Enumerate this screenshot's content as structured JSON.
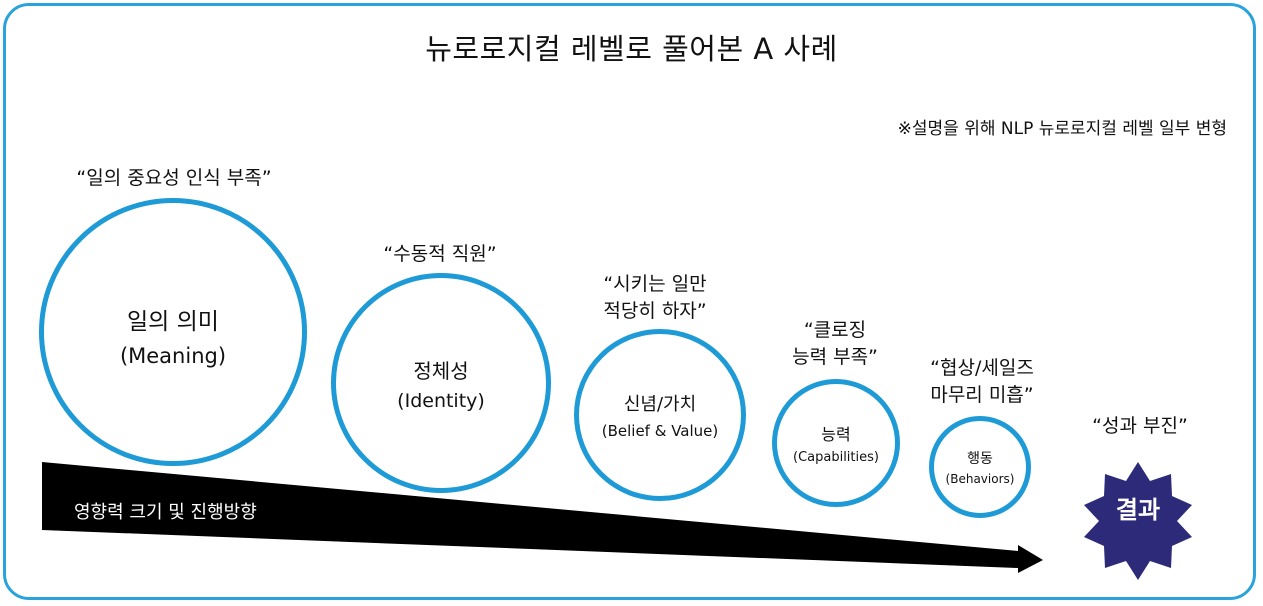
{
  "title": "뉴로로지컬 레벨로 풀어본 A 사례",
  "note": "※설명을 위해 NLP 뉴로로지컬 레벨 일부 변형",
  "levels": [
    {
      "main": "일의 의미",
      "sub": "(Meaning)",
      "quote": [
        "“일의 중요성 인식 부족”"
      ]
    },
    {
      "main": "정체성",
      "sub": "(Identity)",
      "quote": [
        "“수동적 직원”"
      ]
    },
    {
      "main": "신념/가치",
      "sub": "(Belief & Value)",
      "quote": [
        "“시키는 일만",
        "적당히 하자”"
      ]
    },
    {
      "main": "능력",
      "sub": "(Capabilities)",
      "quote": [
        "“클로징",
        "능력 부족”"
      ]
    },
    {
      "main": "행동",
      "sub": "(Behaviors)",
      "quote": [
        "“협상/세일즈",
        "마무리 미흡”"
      ]
    }
  ],
  "result": {
    "label": "결과",
    "quote": "“성과 부진”"
  },
  "arrow_label": "영향력 크기 및 진행방향",
  "colors": {
    "frame": "#29a3dc",
    "circle": "#1e9ad6",
    "star": "#2d2a7a",
    "arrow": "#000000"
  }
}
